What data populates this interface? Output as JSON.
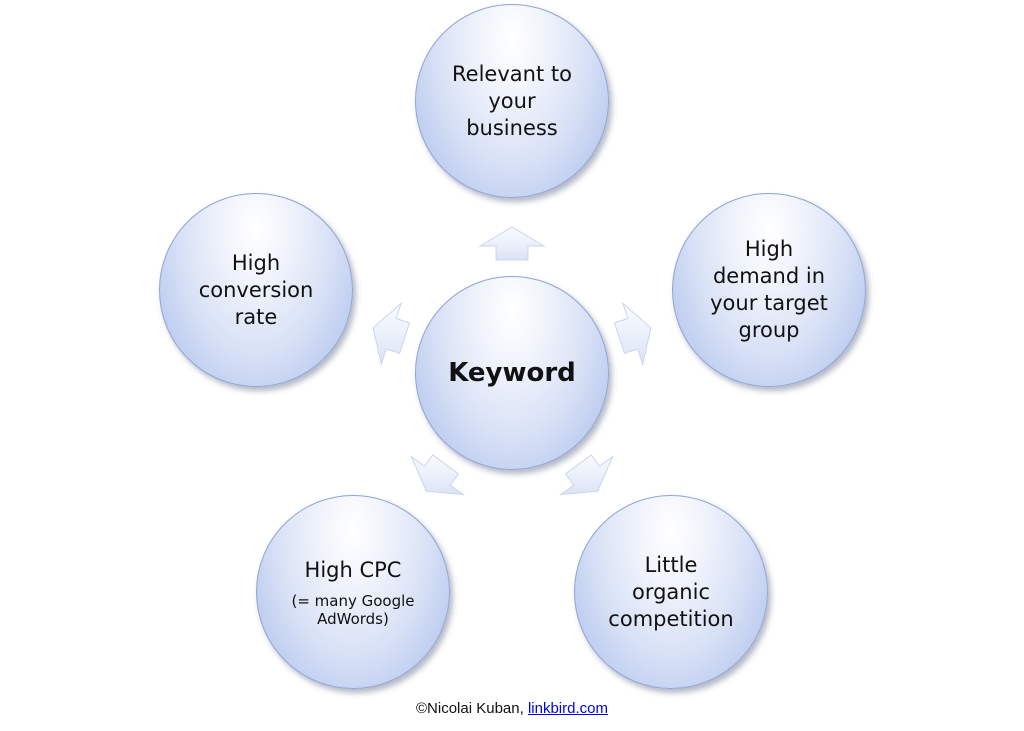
{
  "center": {
    "label": "Keyword"
  },
  "nodes": {
    "top": {
      "label": "Relevant to\nyour\nbusiness"
    },
    "right": {
      "label": "High\ndemand in\nyour target\ngroup"
    },
    "bottom_right": {
      "label": "Little\norganic\ncompetition"
    },
    "bottom_left": {
      "label": "High CPC",
      "sub": "(= many Google\nAdWords)"
    },
    "left": {
      "label": "High\nconversion\nrate"
    }
  },
  "footer": {
    "credit": "©Nicolai Kuban, ",
    "link": "linkbird.com"
  },
  "colors": {
    "circle_fill": "#d9e2f6",
    "circle_border": "#8ea4d3",
    "arrow_fill": "#e6ecf8"
  }
}
